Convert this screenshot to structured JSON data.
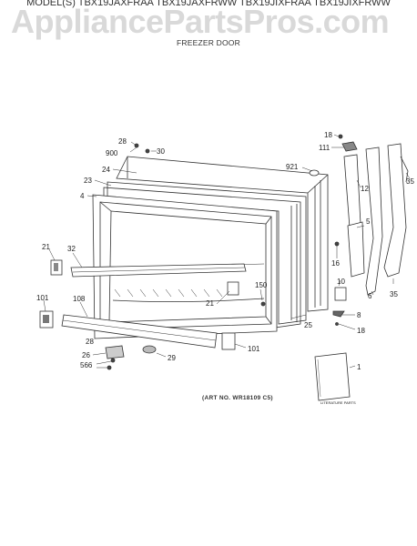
{
  "watermark": "AppliancePartsPros.com",
  "header": {
    "models": "MODEL(S) TBX19JAXFRAA  TBX19JAXFRWW  TBX19JIXFRAA  TBX19JIXFRWW",
    "title": "FREEZER DOOR"
  },
  "art_number": "(ART NO. WR18109 C5)",
  "literature_label": "LITERATURE PARTS",
  "callouts": {
    "c18a": "18",
    "c111": "111",
    "c28a": "28",
    "c900": "900",
    "c30": "30",
    "c24": "24",
    "c921": "921",
    "c23": "23",
    "c12": "12",
    "c35a": "35",
    "c4": "4",
    "c5": "5",
    "c21a": "21",
    "c32": "32",
    "c16": "16",
    "c150": "150",
    "c10": "10",
    "c101a": "101",
    "c108": "108",
    "c21b": "21",
    "c6": "6",
    "c35b": "35",
    "c8": "8",
    "c25": "25",
    "c18b": "18",
    "c28b": "28",
    "c26": "26",
    "c566": "566",
    "c29": "29",
    "c101b": "101",
    "c1": "1"
  }
}
